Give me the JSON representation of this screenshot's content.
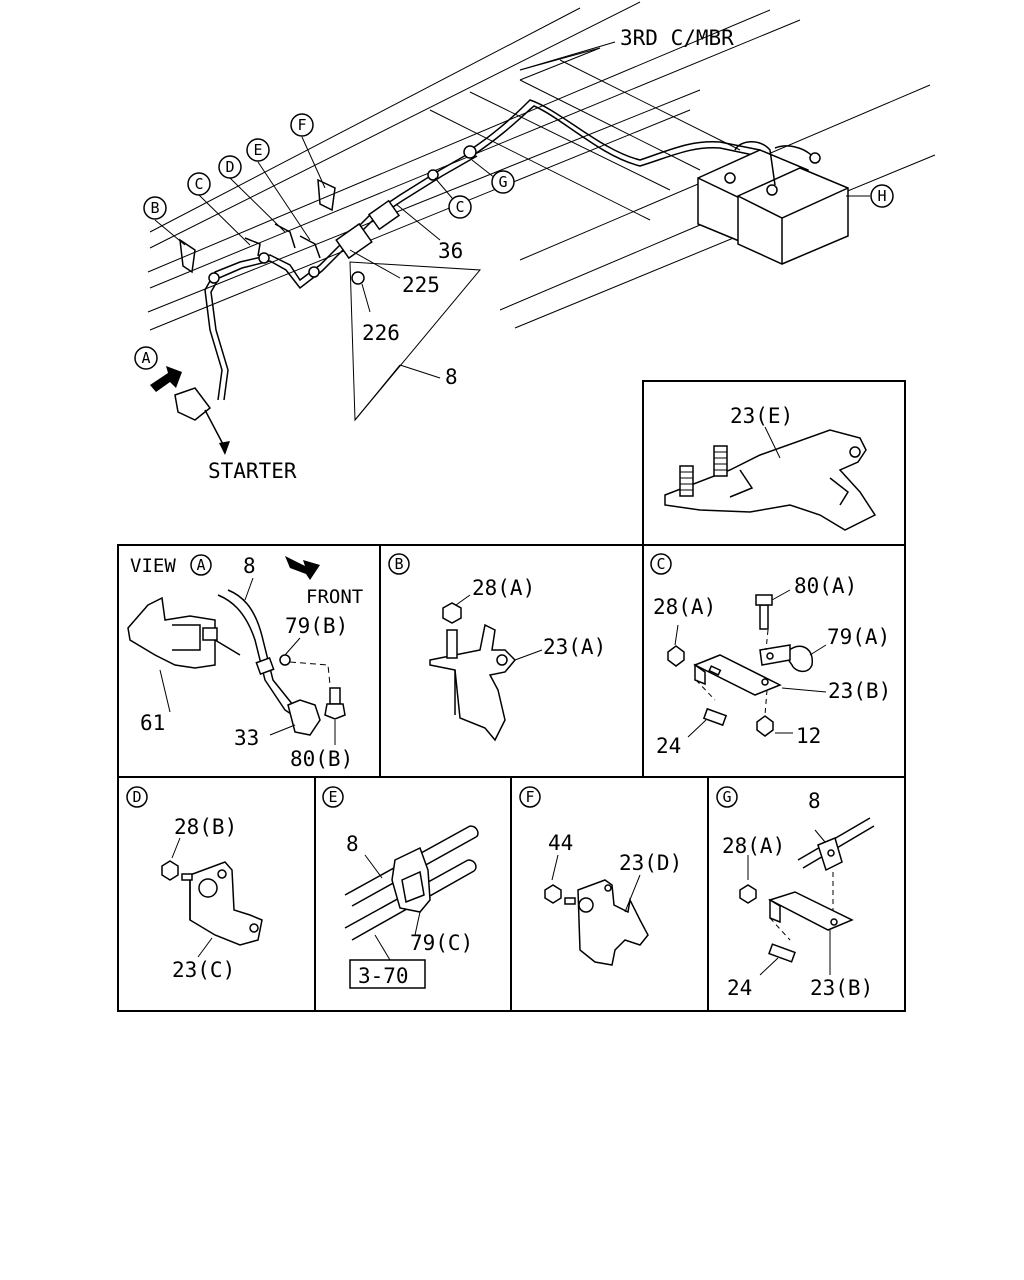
{
  "main": {
    "labels": {
      "member": "3RD C/MBR",
      "starter": "STARTER",
      "p36": "36",
      "p225": "225",
      "p226": "226",
      "p8": "8"
    },
    "callouts": {
      "A": "A",
      "B": "B",
      "C1": "C",
      "C2": "C",
      "D": "D",
      "E": "E",
      "F": "F",
      "G": "G",
      "H": "H"
    }
  },
  "panels": {
    "view_a": {
      "view_word": "VIEW",
      "circle": "A",
      "front": "FRONT",
      "p8": "8",
      "p79b": "79(B)",
      "p61": "61",
      "p33": "33",
      "p80b": "80(B)"
    },
    "b": {
      "circle": "B",
      "p28a": "28(A)",
      "p23a": "23(A)"
    },
    "c": {
      "circle": "C",
      "p80a": "80(A)",
      "p28a": "28(A)",
      "p79a": "79(A)",
      "p23b": "23(B)",
      "p24": "24",
      "p12": "12"
    },
    "e_top": {
      "p23e": "23(E)"
    },
    "d": {
      "circle": "D",
      "p28b": "28(B)",
      "p23c": "23(C)"
    },
    "e": {
      "circle": "E",
      "p8": "8",
      "p79c": "79(C)",
      "ref": "3-70"
    },
    "f": {
      "circle": "F",
      "p44": "44",
      "p23d": "23(D)"
    },
    "g": {
      "circle": "G",
      "p8": "8",
      "p28a": "28(A)",
      "p24": "24",
      "p23b": "23(B)"
    }
  }
}
